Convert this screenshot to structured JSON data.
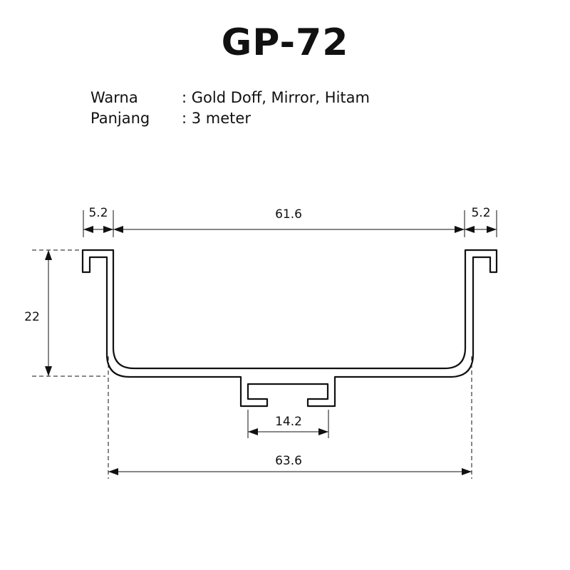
{
  "title": "GP-72",
  "specs": [
    {
      "label": "Warna",
      "value": ": Gold Doff, Mirror, Hitam"
    },
    {
      "label": "Panjang",
      "value": ": 3 meter"
    }
  ],
  "dimensions": {
    "lip_left": "5.2",
    "inner_width": "61.6",
    "lip_right": "5.2",
    "height": "22",
    "channel_width": "14.2",
    "outer_width": "63.6"
  }
}
